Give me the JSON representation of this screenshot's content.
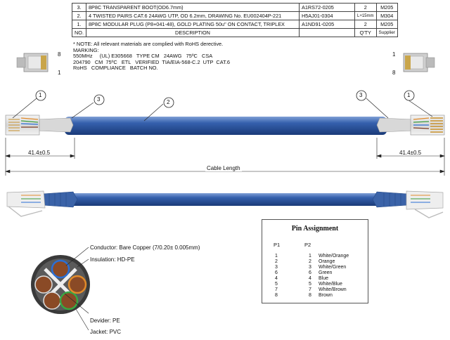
{
  "bom": {
    "rows": [
      {
        "no": "3.",
        "description": "8P8C TRANSPARENT BOOT(OD6.7mm)",
        "part": "A1RS72-0205",
        "qty": "2",
        "supplier": "M205"
      },
      {
        "no": "2.",
        "description": "4 TWISTED PAIRS CAT.6 24AWG UTP, OD 6.2mm, DRAWING No. EU002404P-221",
        "part": "H5AJ01-0304",
        "qty": "L+15mm",
        "supplier": "M304"
      },
      {
        "no": "1.",
        "description": "8P8C MODULAR PLUG (P8+041-48), GOLD PLATING 50u\" ON CONTACT, TRIPLEX",
        "part": "A1ND91-0205",
        "qty": "2",
        "supplier": "M205"
      }
    ],
    "header": {
      "no": "NO.",
      "description": "DESCRIPTION",
      "part": "",
      "qty": "Q'TY",
      "supplier": "Supplier"
    }
  },
  "notes": {
    "text": "* NOTE: All relevant materials are complied with RoHS derective.\nMARKING:\n550MHz     (UL) E305668   TYPE CM   24AWG   75ºC   CSA\n204790   CM  75ºC   ETL   VERIFIED  TIA/EIA-568-C.2  UTP  CAT.6\nRoHS   COMPLIANCE   BATCH NO."
  },
  "plug_pins": {
    "left_top": "8",
    "left_bottom": "1",
    "right_top": "1",
    "right_bottom": "8"
  },
  "callouts": {
    "c1": "1",
    "c2": "2",
    "c3": "3"
  },
  "dimensions": {
    "left": "41.4±0.5",
    "right": "41.4±0.5",
    "cable_length": "Cable Length"
  },
  "cross_section": {
    "conductor": "Conductor: Bare Copper (7/0.20± 0.005mm)",
    "insulation": "Insulation: HD-PE",
    "divider": "Devider: PE",
    "jacket": "Jacket: PVC"
  },
  "pin_assignment": {
    "title": "Pin Assignment",
    "p1": "P1",
    "p2": "P2",
    "pins": [
      {
        "n": "1",
        "color": "White/Orange",
        "hex": "#e8891e"
      },
      {
        "n": "2",
        "color": "Orange",
        "hex": "#e8891e"
      },
      {
        "n": "3",
        "color": "White/Green",
        "hex": "#2fa33c"
      },
      {
        "n": "6",
        "color": "Green",
        "hex": "#2fa33c"
      },
      {
        "n": "4",
        "color": "Blue",
        "hex": "#2a8fd6"
      },
      {
        "n": "5",
        "color": "White/Blue",
        "hex": "#2a8fd6"
      },
      {
        "n": "7",
        "color": "White/Brown",
        "hex": "#7a3b20"
      },
      {
        "n": "8",
        "color": "Brown",
        "hex": "#7a3b20"
      }
    ],
    "p2_order": [
      "1",
      "2",
      "3",
      "6",
      "4",
      "5",
      "7",
      "8"
    ]
  },
  "colors": {
    "cable": "#2c5aa6",
    "cable_dark": "#1d3f7c",
    "jacket": "#4b6fa8"
  }
}
